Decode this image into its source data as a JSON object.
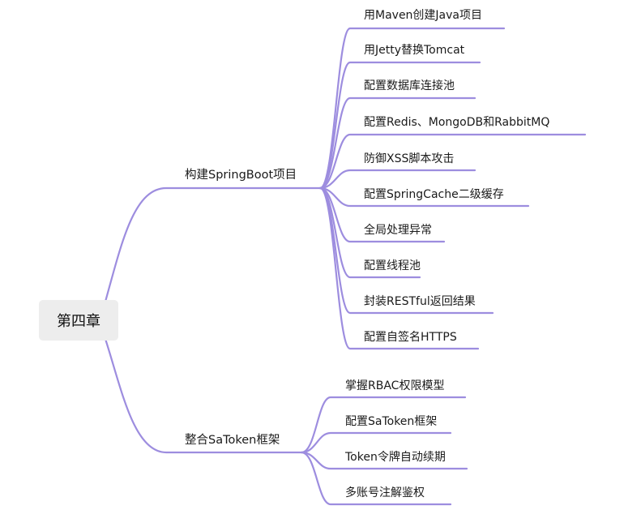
{
  "root": {
    "label": "第四章"
  },
  "branches": [
    {
      "label": "构建SpringBoot项目",
      "children": [
        "用Maven创建Java项目",
        "用Jetty替换Tomcat",
        "配置数据库连接池",
        "配置Redis、MongoDB和RabbitMQ",
        "防御XSS脚本攻击",
        "配置SpringCache二级缓存",
        "全局处理异常",
        "配置线程池",
        "封装RESTful返回结果",
        "配置自签名HTTPS"
      ]
    },
    {
      "label": "整合SaToken框架",
      "children": [
        "掌握RBAC权限模型",
        "配置SaToken框架",
        "Token令牌自动续期",
        "多账号注解鉴权"
      ]
    }
  ],
  "colors": {
    "line": "#9d8ddf",
    "root_bg": "#ededed"
  }
}
